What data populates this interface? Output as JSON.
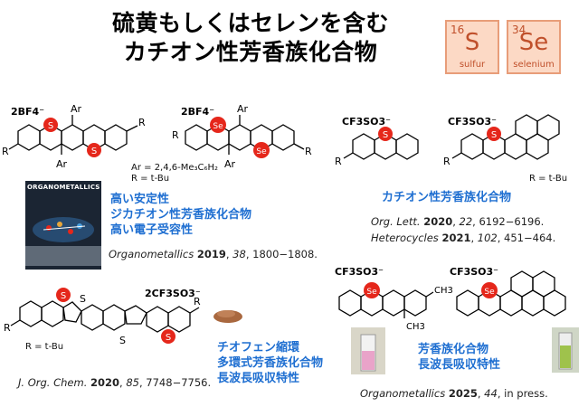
{
  "title": {
    "line1": "硫黄もしくはセレンを含む",
    "line2": "カチオン性芳香族化合物"
  },
  "elements": [
    {
      "number": "16",
      "symbol": "S",
      "name": "sulfur"
    },
    {
      "number": "34",
      "symbol": "Se",
      "name": "selenium"
    }
  ],
  "panel1": {
    "anion1": "2BF4⁻",
    "anion2": "2BF4⁻",
    "atom_a": "S",
    "atom_b": "Se",
    "sub_ar": "Ar",
    "sub_r": "R",
    "note_ar": "Ar = 2,4,6-Me₃C₆H₂",
    "note_r": "R = t-Bu",
    "journal_name": "ORGANOMETALLICS",
    "features": [
      "高い安定性",
      "ジカチオン性芳香族化合物",
      "高い電子受容性"
    ],
    "ref": {
      "journal": "Organometallics",
      "year": "2019",
      "vol": "38",
      "pages": "1800−1808."
    }
  },
  "panel2": {
    "anion": "CF3SO3⁻",
    "note_r": "R = t-Bu",
    "label": "カチオン性芳香族化合物",
    "refs": [
      {
        "journal": "Org. Lett.",
        "year": "2020",
        "vol": "22",
        "pages": "6192−6196."
      },
      {
        "journal": "Heterocycles",
        "year": "2021",
        "vol": "102",
        "pages": "451−464."
      }
    ]
  },
  "panel3": {
    "anion": "2CF3SO3⁻",
    "note_r": "R = t-Bu",
    "features": [
      "チオフェン縮環",
      "多環式芳香族化合物",
      "長波長吸収特性"
    ],
    "ref": {
      "journal": "J. Org. Chem.",
      "year": "2020",
      "vol": "85",
      "pages": "7748−7756."
    }
  },
  "panel4": {
    "anion": "CF3SO3⁻",
    "methyl": "CH3",
    "features": [
      "芳香族化合物",
      "長波長吸収特性"
    ],
    "ref": {
      "journal": "Organometallics",
      "year": "2025",
      "vol": "44",
      "pages": ", in press."
    }
  },
  "colors": {
    "accent_blue": "#1f6fd1",
    "heteroatom_red": "#e5271b",
    "tile_bg": "#fcd9c5",
    "tile_text": "#c0502b"
  }
}
